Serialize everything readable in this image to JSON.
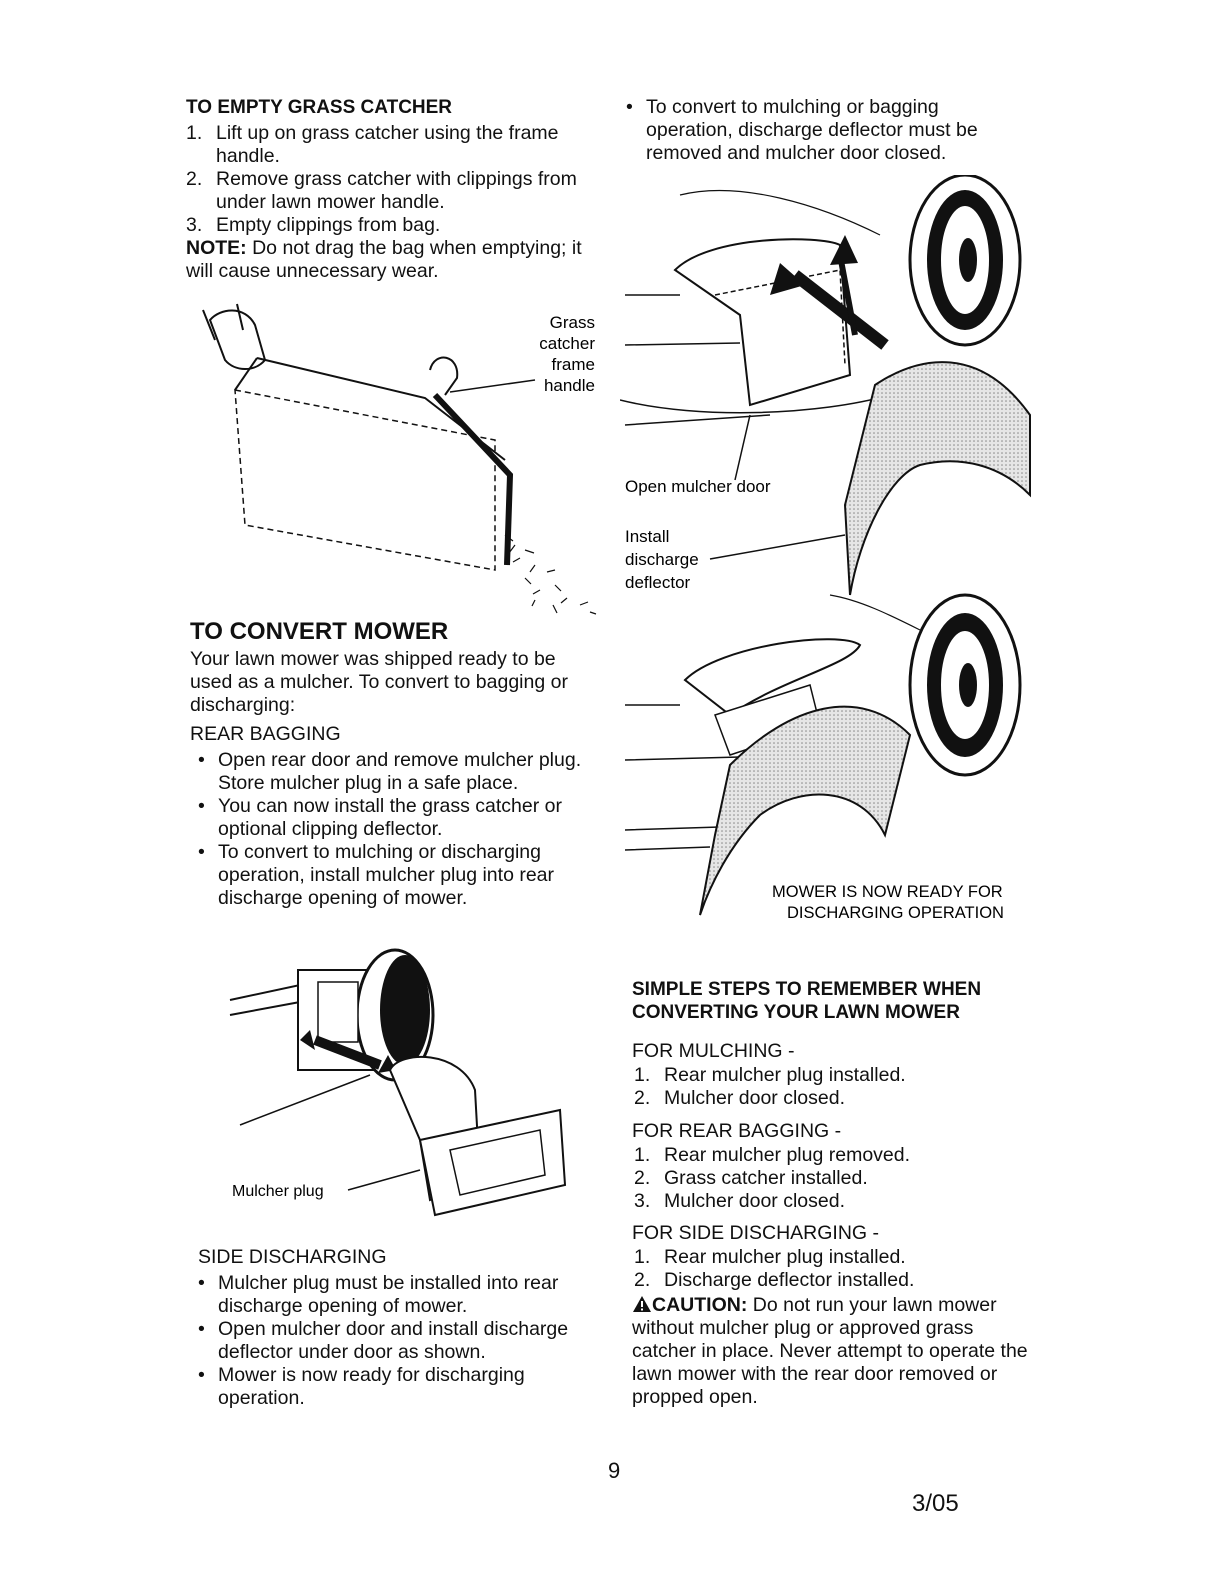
{
  "left_column": {
    "empty_heading": "TO EMPTY GRASS CATCHER",
    "empty_steps": [
      {
        "num": "1.",
        "text": "Lift up on grass catcher using the frame handle."
      },
      {
        "num": "2.",
        "text": "Remove grass catcher with clippings from under lawn mower handle."
      },
      {
        "num": "3.",
        "text": "Empty clippings from bag."
      }
    ],
    "note_label": "NOTE:",
    "note_text": "Do not drag the bag when emptying; it will cause unnecessary wear.",
    "figure1_label_lines": [
      "Grass",
      "catcher",
      "frame",
      "handle"
    ],
    "convert_heading": "TO CONVERT MOWER",
    "convert_intro": "Your lawn mower was shipped ready to be used as a mulcher. To convert to bagging or discharging:",
    "rear_bagging_heading": "REAR BAGGING",
    "rear_bagging_bullets": [
      "Open rear door and remove mulcher plug. Store mulcher plug in a safe place.",
      "You can now install the grass catcher or optional clipping deflector.",
      "To convert to mulching or discharging operation, install mulcher plug into rear discharge opening of mower."
    ],
    "figure2_label": "Mulcher plug",
    "side_discharging_heading": "SIDE DISCHARGING",
    "side_discharging_bullets": [
      "Mulcher plug must be installed into rear discharge opening of mower.",
      "Open mulcher door and install discharge deflector under door as shown.",
      "Mower is now ready for discharging operation."
    ]
  },
  "right_column": {
    "top_bullet": "To convert to mulching or bagging operation, discharge deflector must be removed and mulcher door closed.",
    "figure3_label_open_door": "Open mulcher door",
    "figure3_label_install": [
      "Install",
      "discharge",
      "deflector"
    ],
    "figure4_caption_lines": [
      "MOWER IS NOW READY FOR",
      "DISCHARGING OPERATION"
    ],
    "simple_steps_heading_lines": [
      "SIMPLE STEPS TO REMEMBER WHEN",
      "CONVERTING YOUR LAWN MOWER"
    ],
    "mulching_heading": "FOR MULCHING -",
    "mulching_steps": [
      {
        "num": "1.",
        "text": "Rear mulcher plug installed."
      },
      {
        "num": "2.",
        "text": "Mulcher door closed."
      }
    ],
    "rear_bagging_heading": "FOR REAR BAGGING -",
    "rear_bagging_steps": [
      {
        "num": "1.",
        "text": "Rear mulcher plug removed."
      },
      {
        "num": "2.",
        "text": "Grass catcher installed."
      },
      {
        "num": "3.",
        "text": "Mulcher door closed."
      }
    ],
    "side_discharging_heading": "FOR SIDE DISCHARGING -",
    "side_discharging_steps": [
      {
        "num": "1.",
        "text": "Rear mulcher plug installed."
      },
      {
        "num": "2.",
        "text": "Discharge deflector installed."
      }
    ],
    "caution_label": "CAUTION:",
    "caution_text": "Do not run your lawn mower without mulcher plug or approved grass catcher in place. Never attempt to operate the lawn mower with the rear door removed or propped open."
  },
  "footer": {
    "page_number": "9",
    "date_code": "3/05"
  }
}
